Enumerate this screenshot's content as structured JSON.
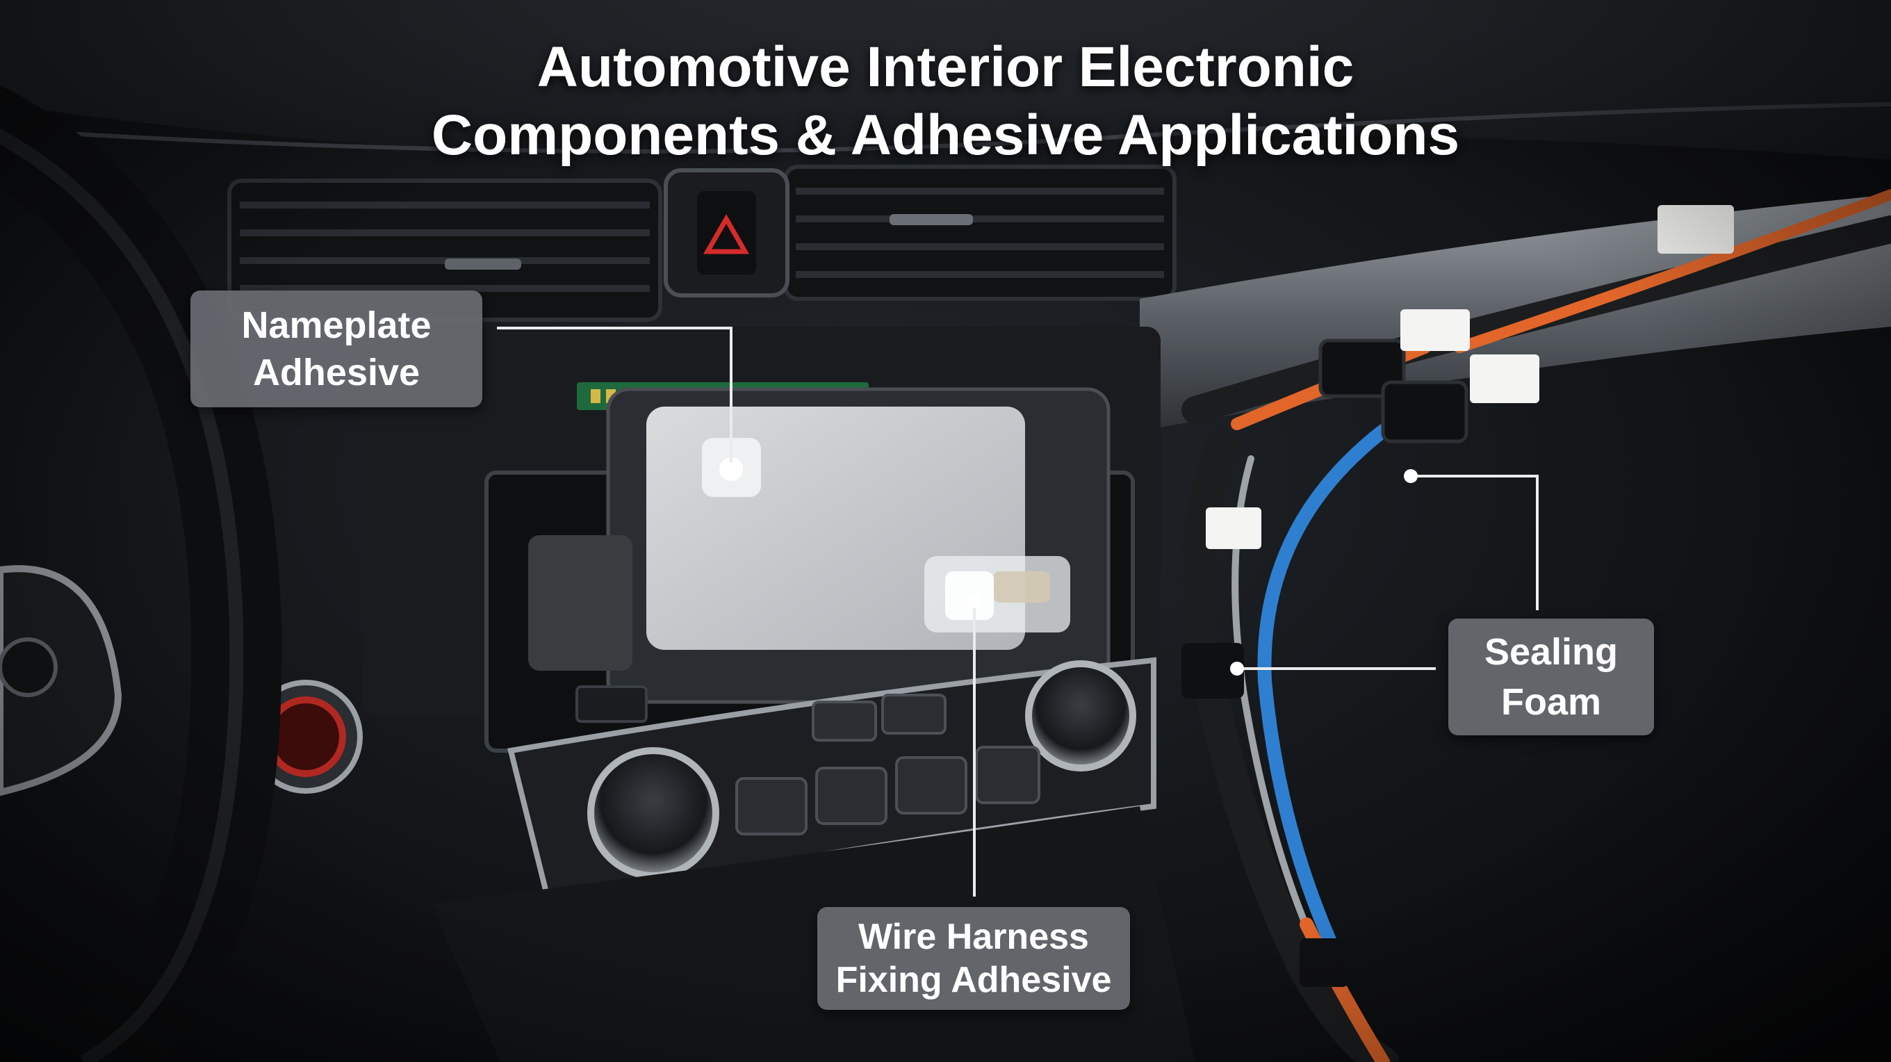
{
  "title": {
    "line1": "Automotive Interior Electronic",
    "line2": "Components & Adhesive Applications"
  },
  "callouts": {
    "nameplate": {
      "line1": "Nameplate",
      "line2": "Adhesive"
    },
    "sealing_foam": {
      "line1": "Sealing",
      "line2": "Foam"
    },
    "wire_harness": {
      "line1": "Wire Harness",
      "line2": "Fixing Adhesive"
    }
  },
  "colors": {
    "callout_bg": "#686c71",
    "leader_line": "#e9ebec",
    "harness_orange": "#e2662a",
    "harness_blue": "#2f7fd0",
    "hazard_red": "#d52b2b",
    "start_button_red": "#c8281f"
  }
}
